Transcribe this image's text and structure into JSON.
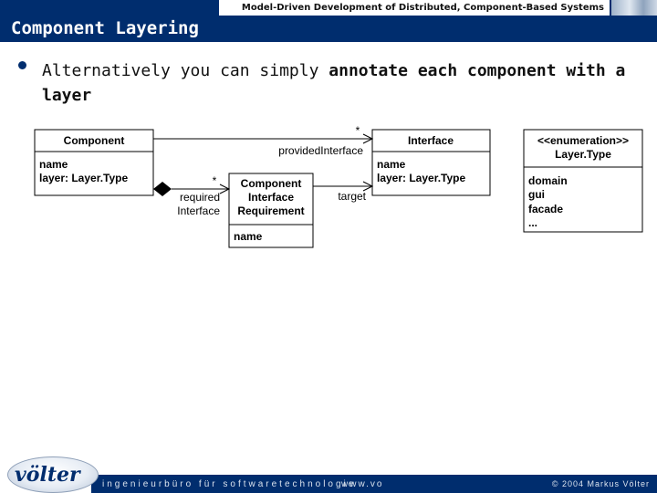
{
  "header": {
    "presentation_title": "Model-Driven Development of Distributed, Component-Based Systems"
  },
  "slide": {
    "title": "Component Layering",
    "bullet": {
      "text_before": "Alternatively you can simply ",
      "text_bold": "annotate each component with a layer"
    }
  },
  "diagram": {
    "component": {
      "name": "Component",
      "attrs": [
        "name",
        "layer: Layer.Type"
      ]
    },
    "interface": {
      "name": "Interface",
      "attrs": [
        "name",
        "layer: Layer.Type"
      ]
    },
    "requirement": {
      "name_lines": [
        "Component",
        "Interface",
        "Requirement"
      ],
      "attrs": [
        "name"
      ]
    },
    "enumeration": {
      "stereotype": "<<enumeration>>",
      "name": "Layer.Type",
      "values": [
        "domain",
        "gui",
        "facade",
        "..."
      ]
    },
    "labels": {
      "provided_mult": "*",
      "provided_role": "providedInterface",
      "required_mult": "*",
      "required_role_lines": [
        "required",
        "Interface"
      ],
      "target_role": "target"
    }
  },
  "footer": {
    "logo_text": "völter",
    "tagline": "ingenieurbüro für softwaretechnologie",
    "url": "www.vo",
    "copyright": "© 2004  Markus Völter"
  },
  "colors": {
    "brand": "#002d6e"
  }
}
